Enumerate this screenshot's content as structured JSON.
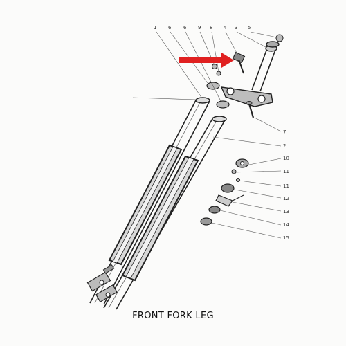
{
  "caption": "FRONT FORK LEG",
  "arrow_color": "#e02020",
  "top_callouts": [
    "1",
    "6",
    "6",
    "9",
    "8",
    "4",
    "3",
    "5"
  ],
  "side_callouts": [
    "7",
    "2",
    "10",
    "11",
    "11",
    "12",
    "13",
    "14",
    "15"
  ]
}
